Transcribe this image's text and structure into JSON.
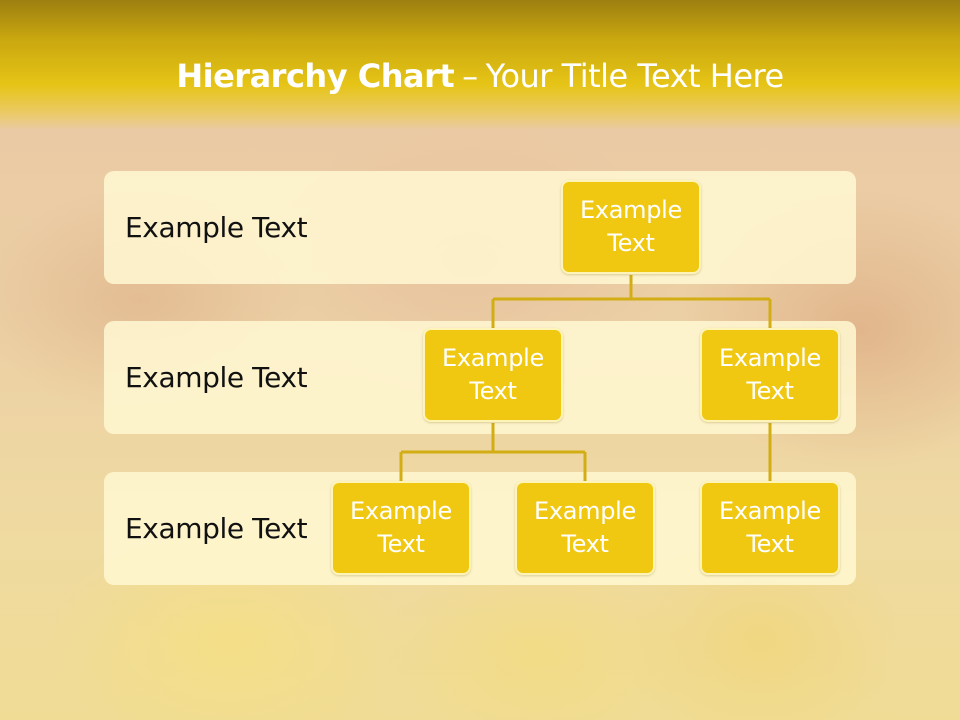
{
  "slide": {
    "title_bold": "Hierarchy Chart",
    "title_separator": "–",
    "title_rest": "Your Title Text Here"
  },
  "rows": [
    {
      "label": "Example Text"
    },
    {
      "label": "Example Text"
    },
    {
      "label": "Example Text"
    }
  ],
  "nodes": {
    "root": "Example\nText",
    "level2_left": "Example\nText",
    "level2_right": "Example\nText",
    "level3_a": "Example\nText",
    "level3_b": "Example\nText",
    "level3_c": "Example\nText"
  },
  "colors": {
    "header": "#e6c416",
    "node_fill": "#f0c812",
    "connector": "#d2ae14",
    "row_band": "#fff8d2"
  }
}
